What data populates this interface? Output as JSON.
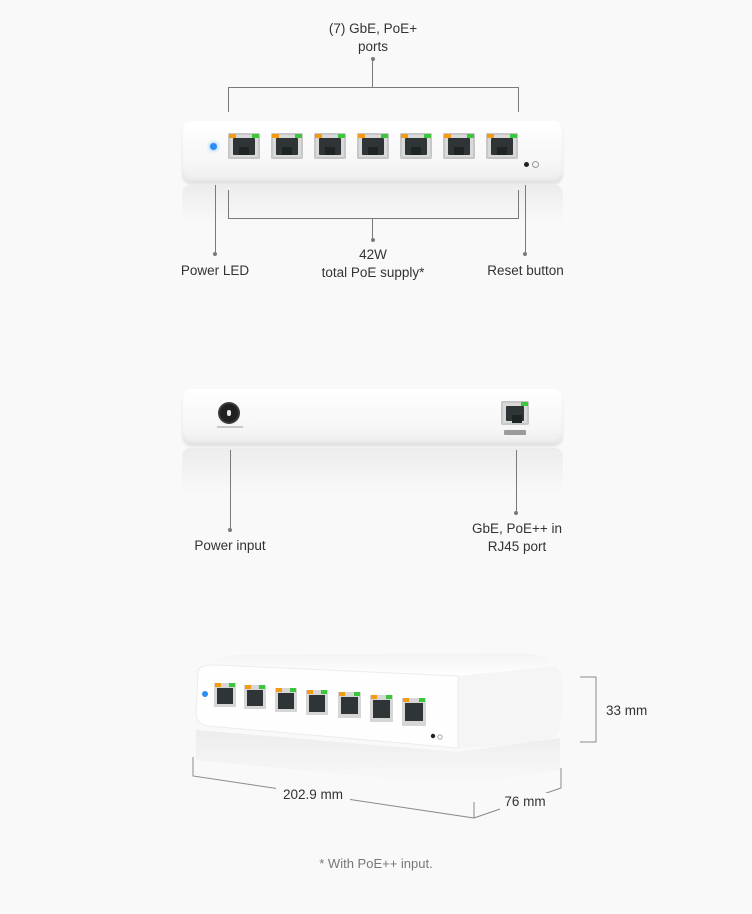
{
  "front_view": {
    "ports_label_line1": "(7) GbE, PoE+",
    "ports_label_line2": "ports",
    "supply_label_line1": "42W",
    "supply_label_line2": "total PoE supply*",
    "power_led_label": "Power LED",
    "reset_label": "Reset button"
  },
  "rear_view": {
    "power_input_label": "Power input",
    "uplink_label_line1": "GbE, PoE++ in",
    "uplink_label_line2": "RJ45 port"
  },
  "dimensions_view": {
    "height": "33 mm",
    "width": "202.9 mm",
    "depth": "76 mm"
  },
  "footnote": "* With PoE++ input.",
  "colors": {
    "background": "#f9f9f9",
    "led_blue": "#2d8cf0",
    "port_led_orange": "#f59b12",
    "port_led_green": "#3cc63c"
  }
}
